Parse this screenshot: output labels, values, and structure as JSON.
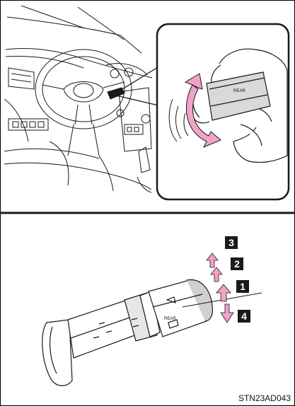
{
  "top_panel": {
    "caption": ""
  },
  "detail": {
    "switch_label_1": "REAR",
    "switch_label_2": "REAR"
  },
  "positions": [
    {
      "number": "3"
    },
    {
      "number": "2"
    },
    {
      "number": "1"
    },
    {
      "number": "4"
    }
  ],
  "figure_code": "STN23AD043",
  "colors": {
    "arrow": "#f2a2c8",
    "badge": "#1a1a1a",
    "line": "#1a1a1a"
  }
}
